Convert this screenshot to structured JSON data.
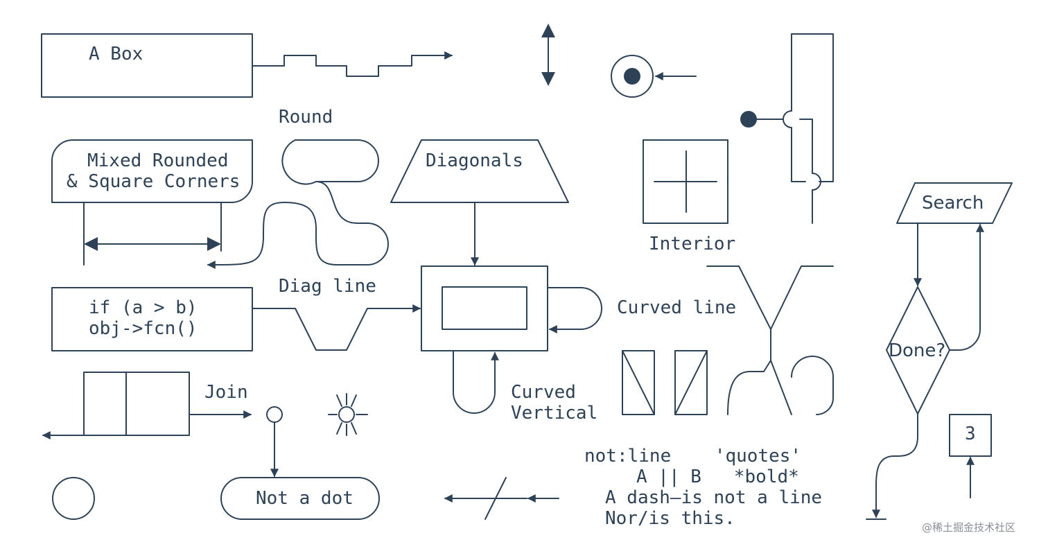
{
  "colors": {
    "ink": "#2d4257",
    "background": "#ffffff",
    "watermark": "#8a8f96"
  },
  "labels": {
    "a_box": "A Box",
    "round": "Round",
    "mixed_line1": "Mixed Rounded",
    "mixed_line2": "& Square Corners",
    "diagonals": "Diagonals",
    "interior": "Interior",
    "search": "Search",
    "code_line1": "if (a > b)",
    "code_line2": "obj->fcn()",
    "diag_line": "Diag line",
    "curved_line": "Curved line",
    "done": "Done?",
    "join": "Join",
    "curved_vertical_1": "Curved",
    "curved_vertical_2": "Vertical",
    "number_box": "3",
    "not_a_dot": "Not a dot",
    "text_line1": "not:line    'quotes'",
    "text_line2": "A || B   *bold*",
    "text_line3": "A dash—is not a line",
    "text_line4": "Nor/is this."
  },
  "watermark": "@稀土掘金技术社区"
}
